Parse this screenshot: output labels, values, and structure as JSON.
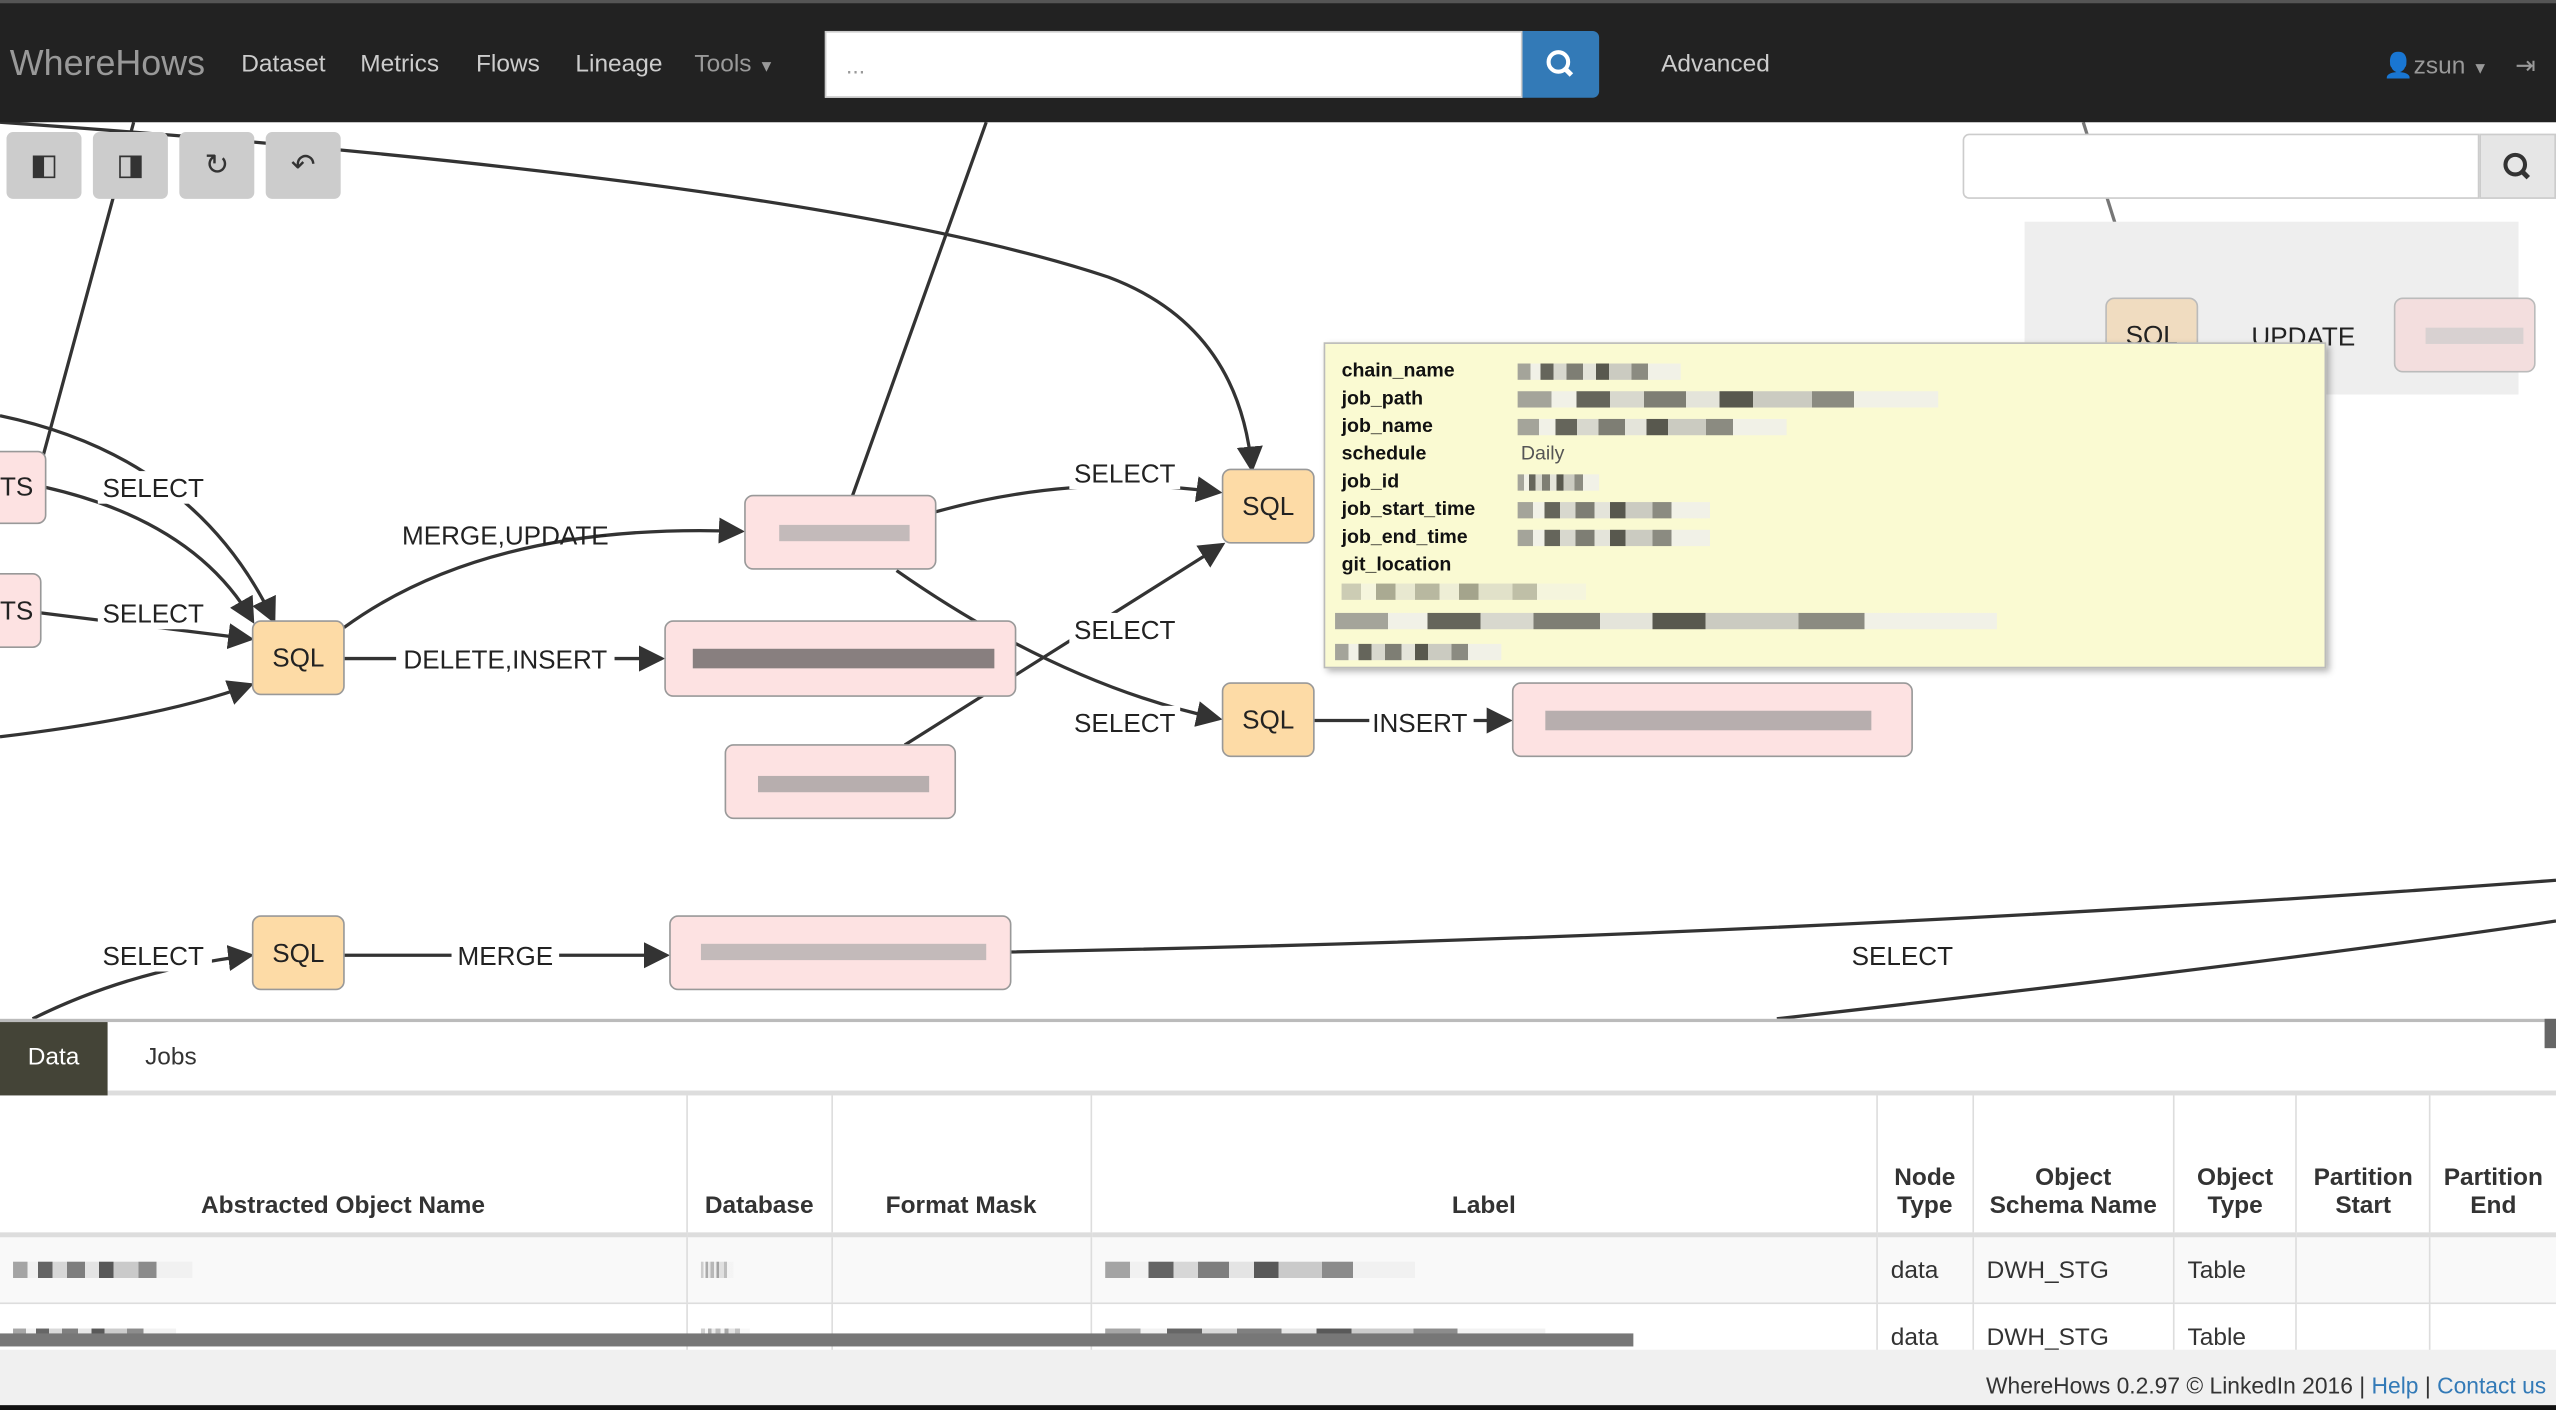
{
  "nav": {
    "brand": "WhereHows",
    "links": [
      "Dataset",
      "Metrics",
      "Flows",
      "Lineage"
    ],
    "tools": "Tools",
    "search_placeholder": "...",
    "advanced": "Advanced",
    "user": "zsun"
  },
  "toolbar": {
    "buttons": [
      "step-backward",
      "step-forward",
      "refresh",
      "undo"
    ]
  },
  "graph": {
    "nodes": [
      {
        "type": "table",
        "label": "TS"
      },
      {
        "type": "table",
        "label": "TS"
      },
      {
        "type": "job",
        "label": "SQL"
      },
      {
        "type": "job",
        "label": "SQL"
      },
      {
        "type": "job",
        "label": "SQL"
      },
      {
        "type": "job",
        "label": "SQL"
      },
      {
        "type": "job",
        "label": "SQL"
      }
    ],
    "edge_labels": [
      "SELECT",
      "SELECT",
      "MERGE,UPDATE",
      "DELETE,INSERT",
      "SELECT",
      "SELECT",
      "SELECT",
      "INSERT",
      "SELECT",
      "MERGE",
      "SELECT",
      "UPDATE"
    ]
  },
  "tooltip": {
    "keys": [
      "chain_name",
      "job_path",
      "job_name",
      "schedule",
      "job_id",
      "job_start_time",
      "job_end_time",
      "git_location"
    ],
    "schedule_value": "Daily"
  },
  "tabs": [
    {
      "label": "Data",
      "active": true
    },
    {
      "label": "Jobs",
      "active": false
    }
  ],
  "table": {
    "headers": [
      "Abstracted Object Name",
      "Database",
      "Format Mask",
      "Label",
      "Node Type",
      "Object Schema Name",
      "Object Type",
      "Partition Start",
      "Partition End"
    ],
    "rows": [
      {
        "node_type": "data",
        "schema": "DWH_STG",
        "object_type": "Table"
      },
      {
        "node_type": "data",
        "schema": "DWH_STG",
        "object_type": "Table"
      }
    ]
  },
  "footer": {
    "text": "WhereHows 0.2.97 © LinkedIn 2016 |",
    "help": "Help",
    "sep": "|",
    "contact": "Contact us"
  },
  "colors": {
    "navbar": "#222222",
    "primary": "#337ab7",
    "sql_node": "#fddba6",
    "table_node": "#fde2e2",
    "tooltip": "#fafad2"
  }
}
